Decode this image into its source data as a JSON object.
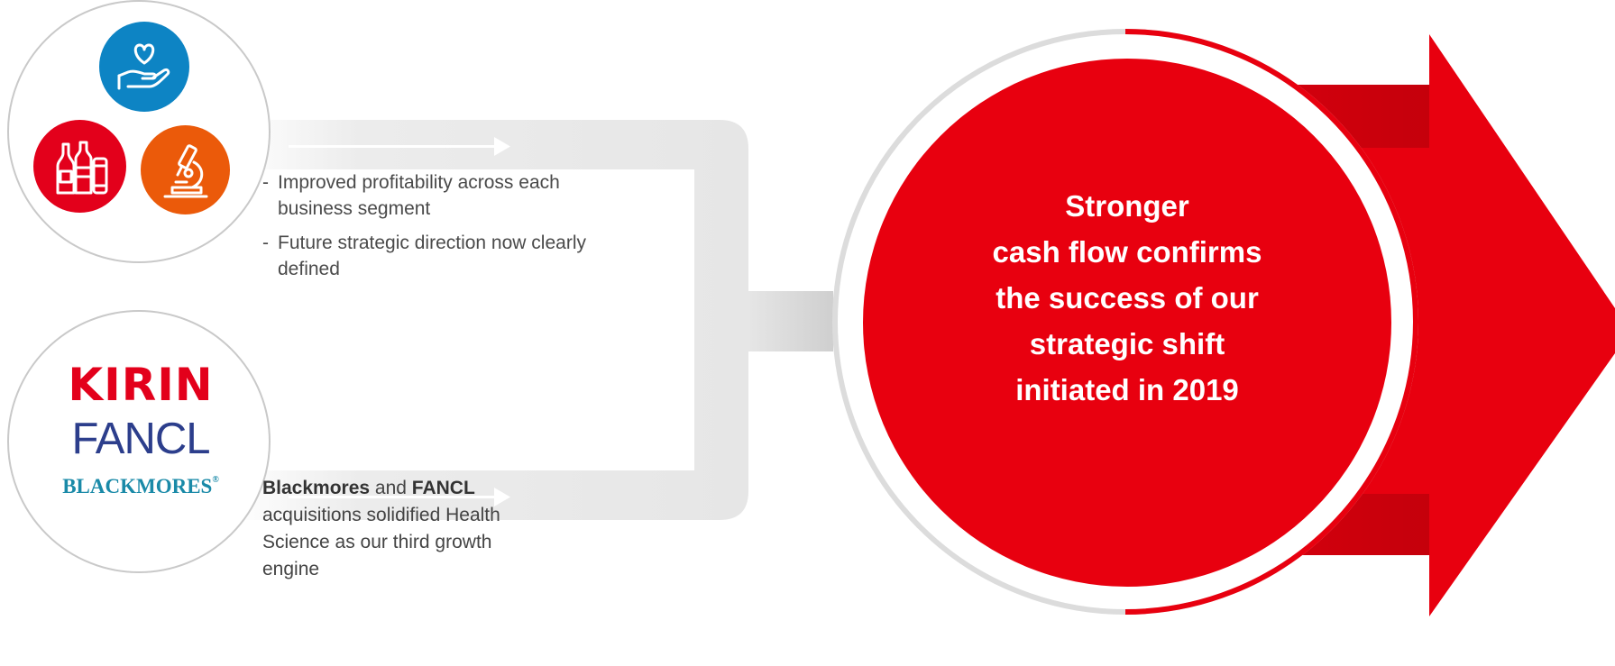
{
  "left_top": {
    "icons": [
      "hand-heart-icon",
      "beverages-icon",
      "microscope-icon"
    ],
    "colors": {
      "health": "#0d84c4",
      "beverage": "#e3001b",
      "pharma": "#eb5a0a"
    }
  },
  "bullets": [
    "Improved profitability across each business segment",
    "Future strategic direction now clearly defined"
  ],
  "bullet_marker": "-",
  "logos": {
    "kirin": "KIRIN",
    "fancl": "FANCL",
    "blackmores": "BLACKMORES",
    "registered": "®"
  },
  "acquisition": {
    "brand1": "Blackmores",
    "and": " and ",
    "brand2": "FANCL",
    "rest": " acquisitions solidified Health Science as our third growth engine"
  },
  "main_message": {
    "lines": [
      "Stronger",
      "cash flow confirms",
      "the success of our",
      "strategic shift",
      "initiated in 2019"
    ],
    "color": "#e8000f"
  }
}
